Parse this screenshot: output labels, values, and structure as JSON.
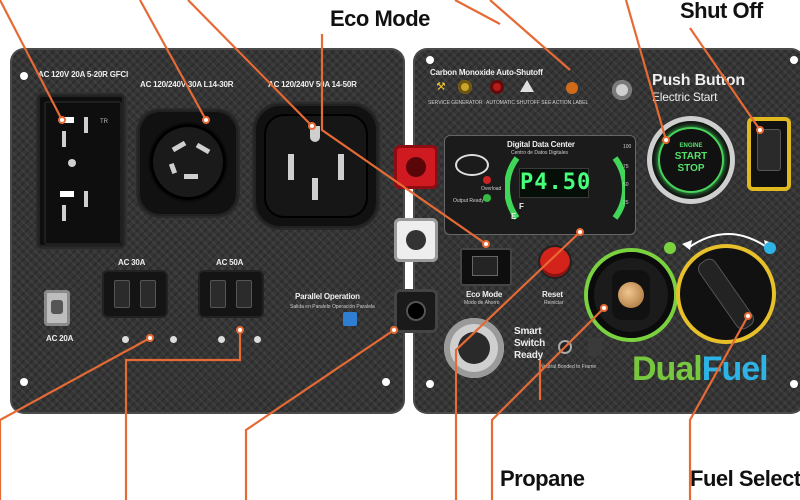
{
  "callouts": {
    "eco_mode": "Eco Mode",
    "shut_off": "Shut Off",
    "propane": "Propane",
    "fuel_selection": "Fuel Selection"
  },
  "left_panel": {
    "gfci_label": "AC 120V 20A 5-20R GFCI",
    "l14_label": "AC 120/240V 30A L14-30R",
    "l1450_label": "AC 120/240V 50A 14-50R",
    "breaker30_label": "AC 30A",
    "breaker50_label": "AC 50A",
    "ac20_label": "AC 20A",
    "parallel_title": "Parallel Operation",
    "parallel_sub": "Salida en Paralelo Operación Paralela",
    "gfci_tr": "TR"
  },
  "right_panel": {
    "co_title": "Carbon Monoxide Auto-Shutoff",
    "service_text": "SERVICE GENERATOR",
    "auto_shutoff_text": "AUTOMATIC SHUTOFF SEE ACTION LABEL",
    "push_title": "Push Button",
    "push_sub": "Electric Start",
    "engine": "ENGINE",
    "start": "START",
    "stop": "STOP",
    "ddc_title": "Digital Data Center",
    "ddc_sub": "Centro de Datos Digitales",
    "overload": "Overload",
    "output_ready": "Output Ready",
    "lcd_value": "P4.50",
    "gauge_100": "100",
    "gauge_75": "75",
    "gauge_50": "50",
    "gauge_25": "25",
    "gauge_f": "F",
    "gauge_e": "E",
    "eco_label": "Eco Mode",
    "eco_sub": "Modo de Ahorro",
    "reset_label": "Reset",
    "reset_sub": "Reiniciar",
    "smart_switch": "Smart",
    "smart_switch2": "Switch",
    "smart_switch3": "Ready",
    "neutral_text": "Neutral Bonded to Frame",
    "dual": "Dual",
    "fuel": "Fuel"
  },
  "colors": {
    "leader": "#e56a35",
    "dual": "#78c83f",
    "fuel": "#2db3e6",
    "start_green": "#49d35a",
    "shutoff_yellow": "#e0b81f",
    "reset_red": "#d4231a",
    "port_red": "#d01a22"
  }
}
